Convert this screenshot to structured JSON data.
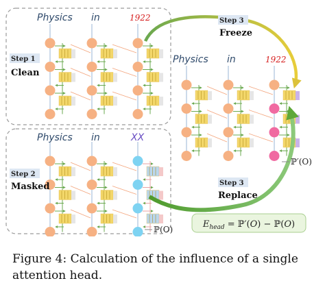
{
  "tokens": {
    "physics": "Physics",
    "in": "in",
    "year": "1922",
    "masked": "XX"
  },
  "steps": {
    "step1_num": "Step 1",
    "step1_label": "Clean",
    "step2_num": "Step 2",
    "step2_label": "Masked",
    "step3a_num": "Step 3",
    "step3a_label": "Freeze",
    "step3b_num": "Step 3",
    "step3b_label": "Replace"
  },
  "probabilities": {
    "masked": "ℙ(O)",
    "patched": "ℙ′(O)"
  },
  "formula": "E_head = ℙ′(O) − ℙ(O)",
  "caption": "Figure 4: Calculation of the influence of a single attention head.",
  "colors": {
    "node_orange": "#f6b183",
    "node_blue": "#7ed3f2",
    "node_pink": "#f06aa1",
    "head_yellow": "#f3d76a",
    "head_blue": "#b9d7ef",
    "head_purple": "#c9b3ea",
    "line_green": "#6aa84f",
    "line_pink": "#e7a3a3",
    "year_red": "#d62020",
    "box_green": "#eaf5df"
  }
}
